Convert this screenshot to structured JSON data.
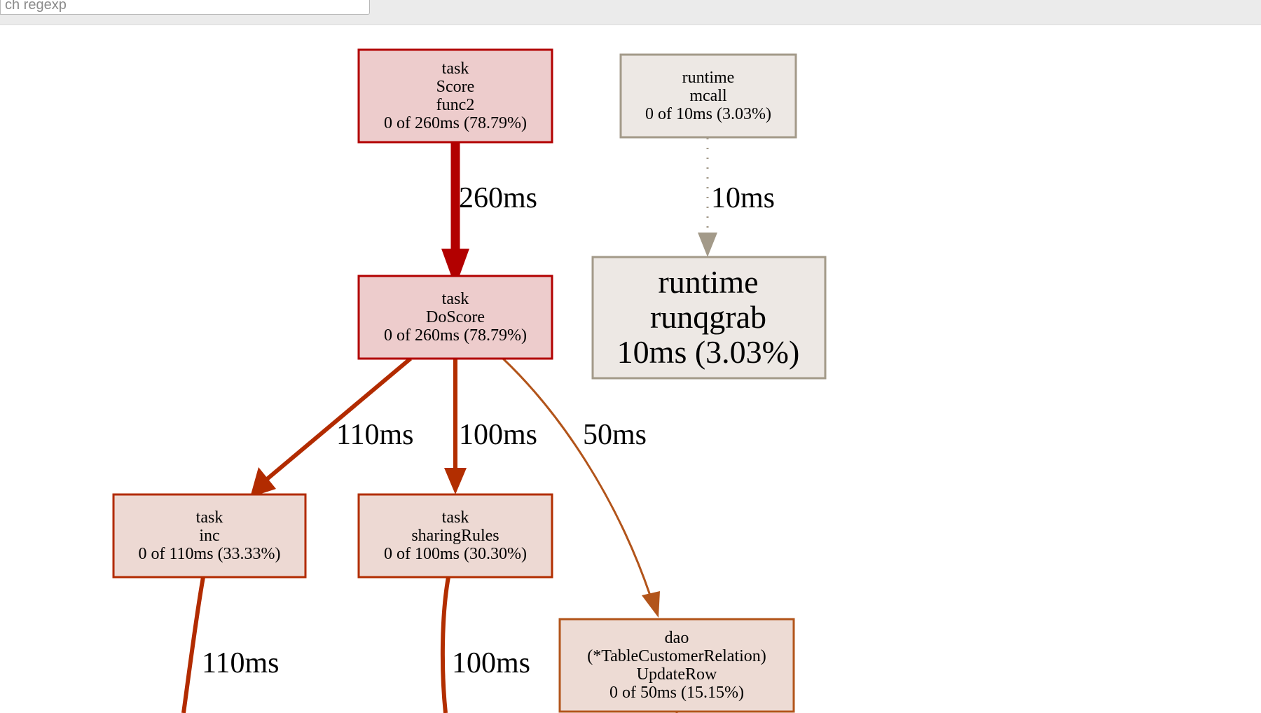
{
  "toolbar": {
    "search_value": "ch regexp"
  },
  "graph": {
    "nodes": [
      {
        "id": "score_func2",
        "lines": [
          "task",
          "Score",
          "func2",
          "0 of 260ms (78.79%)"
        ],
        "fill": "#edcccc",
        "stroke": "#b20000"
      },
      {
        "id": "mcall",
        "lines": [
          "runtime",
          "mcall",
          "0 of 10ms (3.03%)"
        ],
        "fill": "#ede8e4",
        "stroke": "#a39a89"
      },
      {
        "id": "doscore",
        "lines": [
          "task",
          "DoScore",
          "0 of 260ms (78.79%)"
        ],
        "fill": "#edcccc",
        "stroke": "#b20000"
      },
      {
        "id": "runqgrab",
        "lines": [
          "runtime",
          "runqgrab",
          "10ms (3.03%)"
        ],
        "fill": "#ede8e4",
        "stroke": "#a39a89"
      },
      {
        "id": "inc",
        "lines": [
          "task",
          "inc",
          "0 of 110ms (33.33%)"
        ],
        "fill": "#edd9d3",
        "stroke": "#b22b00"
      },
      {
        "id": "sharingrules",
        "lines": [
          "task",
          "sharingRules",
          "0 of 100ms (30.30%)"
        ],
        "fill": "#edd9d3",
        "stroke": "#b22e00"
      },
      {
        "id": "updaterow",
        "lines": [
          "dao",
          "(*TableCustomerRelation)",
          "UpdateRow",
          "0 of 50ms (15.15%)"
        ],
        "fill": "#eddbd4",
        "stroke": "#b2541a"
      }
    ],
    "edges": [
      {
        "id": "score-to-doscore",
        "label": "260ms",
        "color": "#b20000"
      },
      {
        "id": "mcall-to-runqgrab",
        "label": "10ms",
        "color": "#a39a89"
      },
      {
        "id": "doscore-to-inc",
        "label": "110ms",
        "color": "#b22b00"
      },
      {
        "id": "doscore-to-sharingrules",
        "label": "100ms",
        "color": "#b22e00"
      },
      {
        "id": "doscore-to-updaterow",
        "label": "50ms",
        "color": "#b2541a"
      },
      {
        "id": "inc-out",
        "label": "110ms",
        "color": "#b22b00"
      },
      {
        "id": "sharingrules-out",
        "label": "100ms",
        "color": "#b22e00"
      }
    ]
  }
}
